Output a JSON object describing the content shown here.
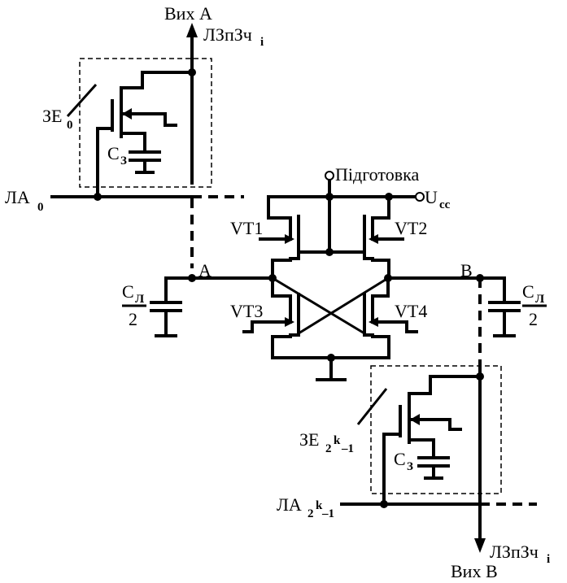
{
  "labels": {
    "out_a": "Вих А",
    "out_b": "Вих В",
    "ldz_top": "ЛЗпЗч",
    "ldz_top_sub": "i",
    "ldz_bottom": "ЛЗпЗч",
    "ldz_bottom_sub": "i",
    "ze0": "ЗЕ",
    "ze0_sub": "0",
    "ze_last": "ЗЕ",
    "ze_last_sub1": "2",
    "ze_last_sub2": "k",
    "ze_last_sub3": "–1",
    "la0": "ЛА",
    "la0_sub": "0",
    "la_last": "ЛА",
    "la_last_sub1": "2",
    "la_last_sub2": "k",
    "la_last_sub3": "–1",
    "cz_top": "С",
    "cz_top_sub": "З",
    "cz_bottom": "С",
    "cz_bottom_sub": "З",
    "cl_left": "С",
    "cl_left_sub": "Л",
    "cl_left_den": "2",
    "cl_right": "С",
    "cl_right_sub": "Л",
    "cl_right_den": "2",
    "node_a": "А",
    "node_b": "В",
    "prep": "Підготовка",
    "ucc": "U",
    "ucc_sub": "cc",
    "vt1": "VT1",
    "vt2": "VT2",
    "vt3": "VT3",
    "vt4": "VT4"
  }
}
